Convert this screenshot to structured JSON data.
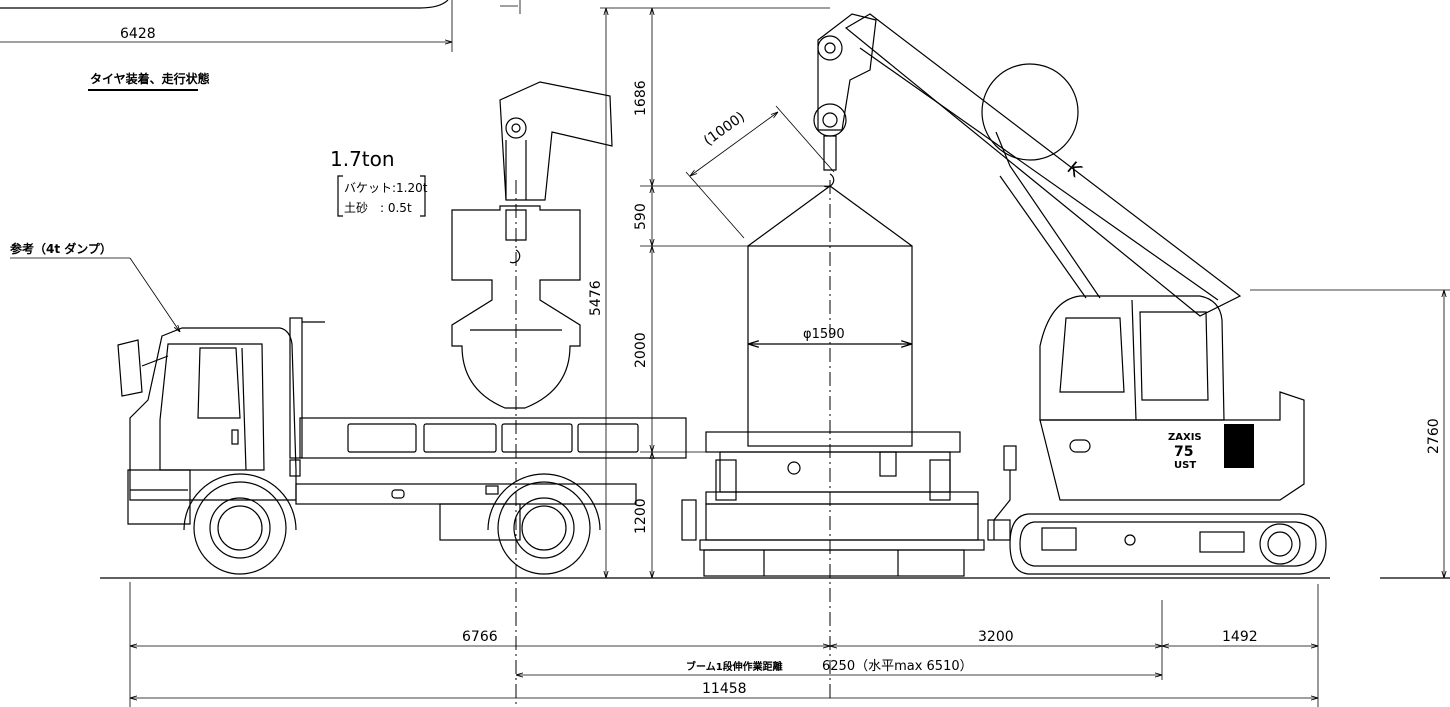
{
  "labels": {
    "tire_mode": "タイヤ装着、走行状態",
    "dump_ref": "参考（4t ダンプ）",
    "load_weight": "1.7ton",
    "bucket_line": "バケット:1.20t",
    "soil_line": "土砂　: 0.5t",
    "chain_len": "(1000)",
    "diameter": "φ1590",
    "work_dist_prefix": "ブーム1段伸作業距離",
    "work_dist_value": "6250（水平max 6510）",
    "model_line1": "ZAXIS",
    "model_line2": "75",
    "model_line3": "UST",
    "boom_mark": "K"
  },
  "dimensions": {
    "top_width": "6428",
    "h_1686": "1686",
    "h_590": "590",
    "h_5476": "5476",
    "h_2000": "2000",
    "h_1200": "1200",
    "h_2760": "2760",
    "d_6766": "6766",
    "d_3200": "3200",
    "d_1492": "1492",
    "d_11458": "11458"
  }
}
